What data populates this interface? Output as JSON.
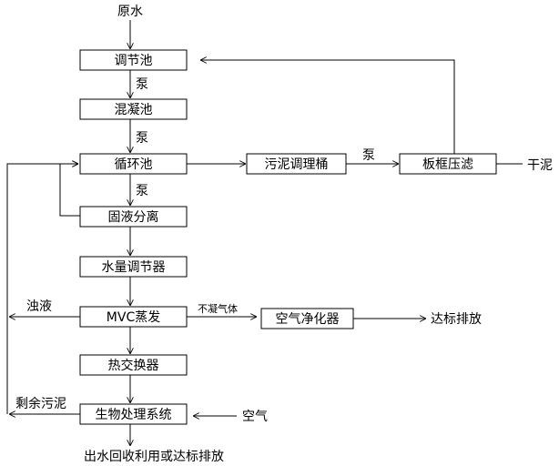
{
  "nodes": {
    "raw_water": "原水",
    "regulating_tank": "调节池",
    "coagulation_tank": "混凝池",
    "circulation_tank": "循环池",
    "solid_liquid_separation": "固液分离",
    "water_regulator": "水量调节器",
    "mvc_evaporation": "MVC蒸发",
    "heat_exchanger": "热交换器",
    "bio_treatment": "生物处理系统",
    "sludge_conditioning_tank": "污泥调理桶",
    "plate_filter_press": "板框压滤",
    "air_purifier": "空气净化器"
  },
  "edge_labels": {
    "pump_1": "泵",
    "pump_2": "泵",
    "pump_3": "泵",
    "pump_4": "泵",
    "dry_sludge": "干泥",
    "turbid_liquid": "浊液",
    "non_condensable_gas": "不凝气体",
    "discharge_standard": "达标排放",
    "excess_sludge": "剩余污泥",
    "air": "空气",
    "outlet": "出水回收利用或达标排放"
  }
}
